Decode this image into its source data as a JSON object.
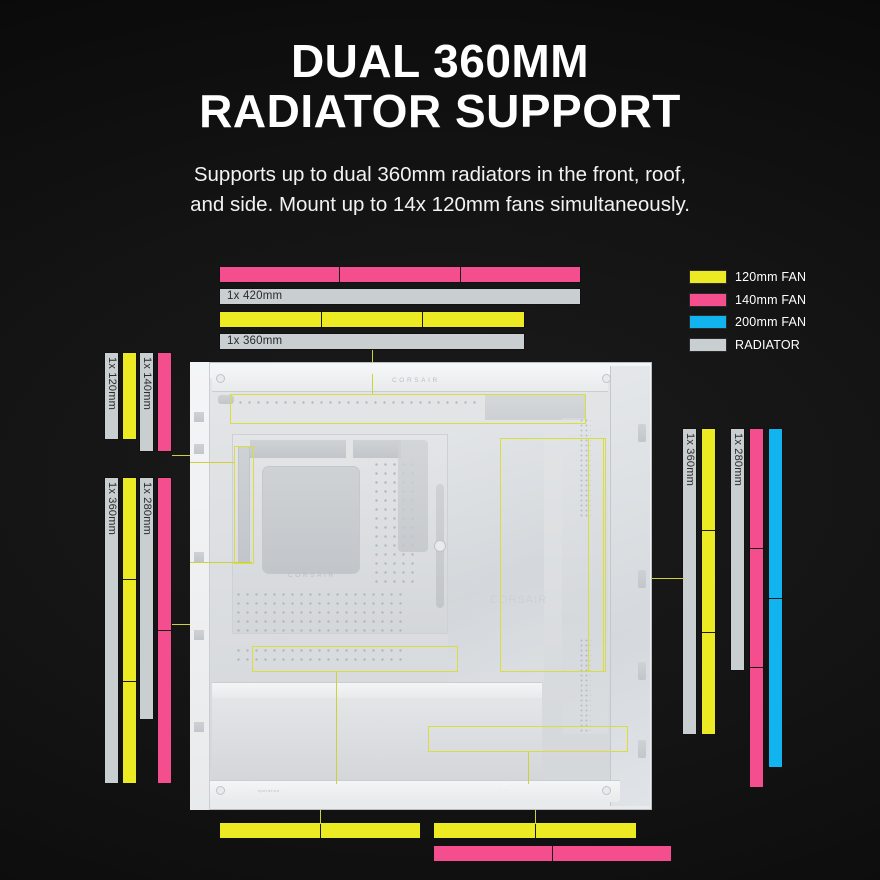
{
  "heading": {
    "line1": "DUAL 360mm",
    "line2": "RADIATOR SUPPORT"
  },
  "subheading": {
    "line1": "Supports up to dual 360mm radiators in the front, roof,",
    "line2": "and side. Mount up to 14x 120mm fans simultaneously."
  },
  "colors": {
    "fan_120mm": "#ecea22",
    "fan_140mm": "#f54e8e",
    "fan_200mm": "#12b4ef",
    "radiator": "#c9ced1",
    "annotation": "#d9dd3f",
    "background": "#0b0b0b",
    "text": "#ffffff"
  },
  "legend": {
    "items": [
      {
        "label": "120mm FAN",
        "color": "#ecea22",
        "swatch_name": "legend-swatch-120mm"
      },
      {
        "label": "140mm FAN",
        "color": "#f54e8e",
        "swatch_name": "legend-swatch-140mm"
      },
      {
        "label": "200mm FAN",
        "color": "#12b4ef",
        "swatch_name": "legend-swatch-200mm"
      },
      {
        "label": "RADIATOR",
        "color": "#c9ced1",
        "swatch_name": "legend-swatch-radiator"
      }
    ]
  },
  "mounts": {
    "top": {
      "fan_row_140": {
        "fan_size": "140mm",
        "count": 3,
        "color": "#f54e8e"
      },
      "radiator_420": {
        "label": "1x 420mm",
        "color": "#c9ced1"
      },
      "fan_row_120": {
        "fan_size": "120mm",
        "count": 3,
        "color": "#ecea22"
      },
      "radiator_360": {
        "label": "1x 360mm",
        "color": "#c9ced1"
      }
    },
    "left_upper": {
      "radiator_120": {
        "label": "1x 120mm",
        "color": "#c9ced1"
      },
      "fan_120": {
        "fan_size": "120mm",
        "count": 1,
        "color": "#ecea22"
      },
      "radiator_140": {
        "label": "1x 140mm",
        "color": "#c9ced1"
      },
      "fan_140": {
        "fan_size": "140mm",
        "count": 1,
        "color": "#f54e8e"
      }
    },
    "left_lower": {
      "radiator_360": {
        "label": "1x 360mm",
        "color": "#c9ced1"
      },
      "fan_120_x3": {
        "fan_size": "120mm",
        "count": 3,
        "color": "#ecea22"
      },
      "radiator_280": {
        "label": "1x 280mm",
        "color": "#c9ced1"
      },
      "fan_140_x2": {
        "fan_size": "140mm",
        "count": 2,
        "color": "#f54e8e"
      }
    },
    "right": {
      "radiator_360": {
        "label": "1x 360mm",
        "color": "#c9ced1"
      },
      "fan_120_x3": {
        "fan_size": "120mm",
        "count": 3,
        "color": "#ecea22"
      },
      "radiator_280": {
        "label": "1x 280mm",
        "color": "#c9ced1"
      },
      "fan_140_x3": {
        "fan_size": "140mm",
        "count": 3,
        "color": "#f54e8e"
      },
      "fan_200_x2": {
        "fan_size": "200mm",
        "count": 2,
        "color": "#12b4ef"
      }
    },
    "bottom": {
      "fan_120_left": {
        "fan_size": "120mm",
        "count": 2,
        "color": "#ecea22"
      },
      "fan_120_right": {
        "fan_size": "120mm",
        "count": 2,
        "color": "#ecea22"
      },
      "fan_140_x2": {
        "fan_size": "140mm",
        "count": 2,
        "color": "#f54e8e"
      }
    }
  },
  "case": {
    "brand_top": "CORSAIR",
    "brand_tray": "CORSAIR",
    "brand_psu": "CORSAIR"
  }
}
